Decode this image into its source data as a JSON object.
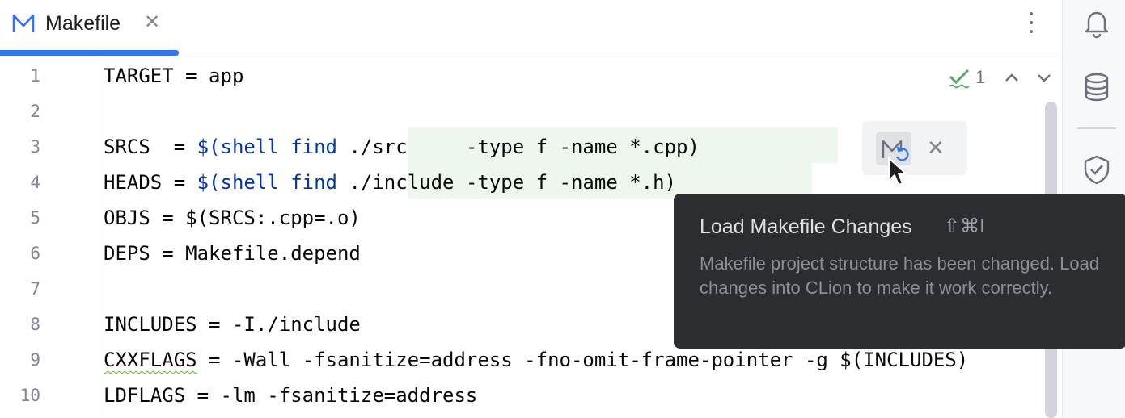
{
  "tab": {
    "label": "Makefile",
    "close": "✕",
    "icon": "makefile-icon"
  },
  "toolbar": {
    "more_icon": "more-vertical-icon"
  },
  "right_strip": {
    "icons": [
      "bell-icon",
      "database-icon",
      "shield-check-icon"
    ]
  },
  "inspection": {
    "count": "1",
    "status_color": "#59a869"
  },
  "line_numbers": [
    "1",
    "2",
    "3",
    "4",
    "5",
    "6",
    "7",
    "8",
    "9",
    "10"
  ],
  "code": {
    "l1": "TARGET = app",
    "l3": {
      "a": "SRCS  = ",
      "b": "$(",
      "c": "shell",
      "d": " ",
      "e": "find",
      "f": " ./src     -type f -name *.cpp)"
    },
    "l4": {
      "a": "HEADS = ",
      "b": "$(",
      "c": "shell",
      "d": " ",
      "e": "find",
      "f": " ./include -type f -name *.h)"
    },
    "l5": "OBJS = $(SRCS:.cpp=.o)",
    "l6": "DEPS = Makefile.depend",
    "l8": "INCLUDES = -I./include",
    "l9": {
      "a": "CXXFLAGS",
      "b": " = -Wall -fsanitize=address -fno-omit-frame-pointer -g $(INCLUDES)"
    },
    "l10": "LDFLAGS = -lm -fsanitize=address"
  },
  "floatbar": {
    "load_icon": "makefile-reload-icon",
    "close": "✕"
  },
  "tooltip": {
    "title": "Load Makefile Changes",
    "shortcut": "⇧⌘I",
    "body": "Makefile project structure has been changed. Load changes into CLion to make it work correctly."
  },
  "colors": {
    "accent": "#3574f0",
    "keyword": "#0033b3",
    "injection_bg": "#edf7ee",
    "tooltip_bg": "#2b2d30"
  }
}
